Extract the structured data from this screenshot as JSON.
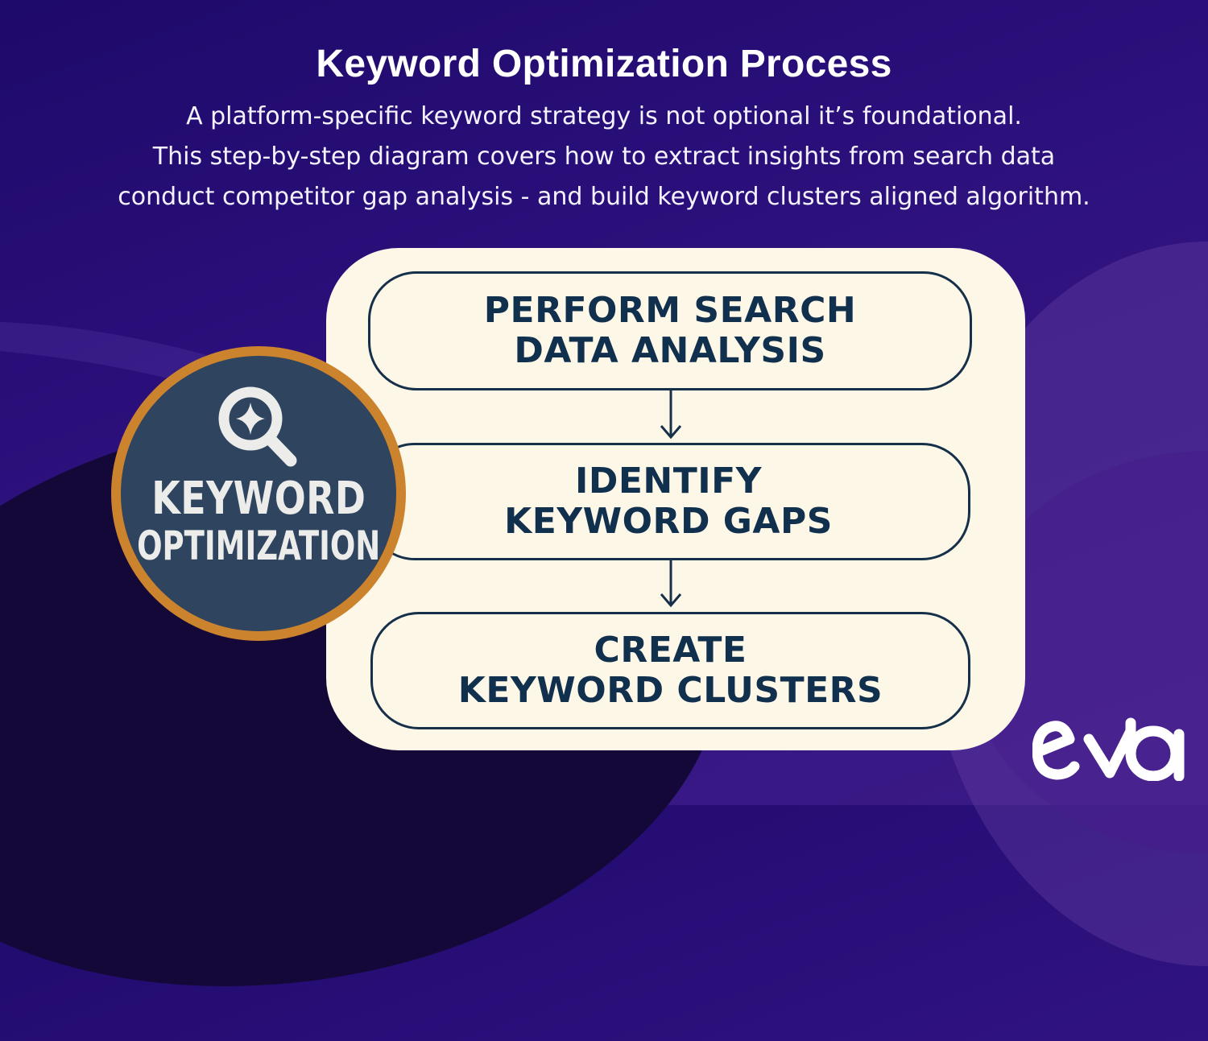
{
  "header": {
    "title": "Keyword Optimization Process",
    "subtitle_lines": [
      "A platform-specific keyword strategy is not optional it’s foundational.",
      "This step-by-step diagram covers how to extract insights from search data",
      "conduct competitor gap analysis - and build keyword clusters aligned algorithm."
    ]
  },
  "badge": {
    "icon": "magnifier-sparkle-icon",
    "line1": "KEYWORD",
    "line2": "OPTIMIZATION",
    "ring_color": "#cc832e",
    "fill_color": "#2e445f"
  },
  "steps": [
    {
      "line1": "PERFORM SEARCH",
      "line2": "DATA ANALYSIS"
    },
    {
      "line1": "IDENTIFY",
      "line2": "KEYWORD GAPS"
    },
    {
      "line1": "CREATE",
      "line2": "KEYWORD CLUSTERS"
    }
  ],
  "connectors": [
    "arrow-down-icon",
    "arrow-down-icon"
  ],
  "logo": {
    "text": "eva",
    "color": "#ffffff"
  },
  "colors": {
    "background": "#2a0f7a",
    "panel": "#fdf7e8",
    "step_text": "#10304e",
    "step_border": "#16304a"
  }
}
